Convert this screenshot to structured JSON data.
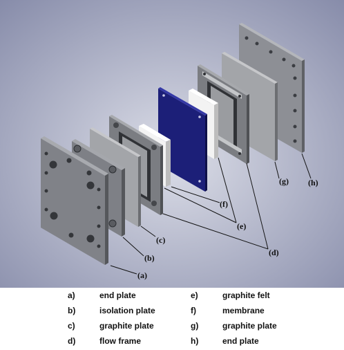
{
  "callouts": {
    "a": "(a)",
    "b": "(b)",
    "c": "(c)",
    "d": "(d)",
    "e": "(e)",
    "f": "(f)",
    "g": "(g)",
    "h": "(h)"
  },
  "legend": {
    "left": [
      {
        "key": "a)",
        "label": "end plate"
      },
      {
        "key": "b)",
        "label": "isolation plate"
      },
      {
        "key": "c)",
        "label": "graphite plate"
      },
      {
        "key": "d)",
        "label": "flow frame"
      }
    ],
    "right": [
      {
        "key": "e)",
        "label": "graphite felt"
      },
      {
        "key": "f)",
        "label": "membrane"
      },
      {
        "key": "g)",
        "label": "graphite plate"
      },
      {
        "key": "h)",
        "label": "end plate"
      }
    ]
  },
  "colors": {
    "background_center": "#d9dbe6",
    "background_edge": "#8a8fae",
    "membrane": "#1c1f78",
    "plate_gray": "#8a8c92",
    "felt_white": "#f4f4f4"
  }
}
